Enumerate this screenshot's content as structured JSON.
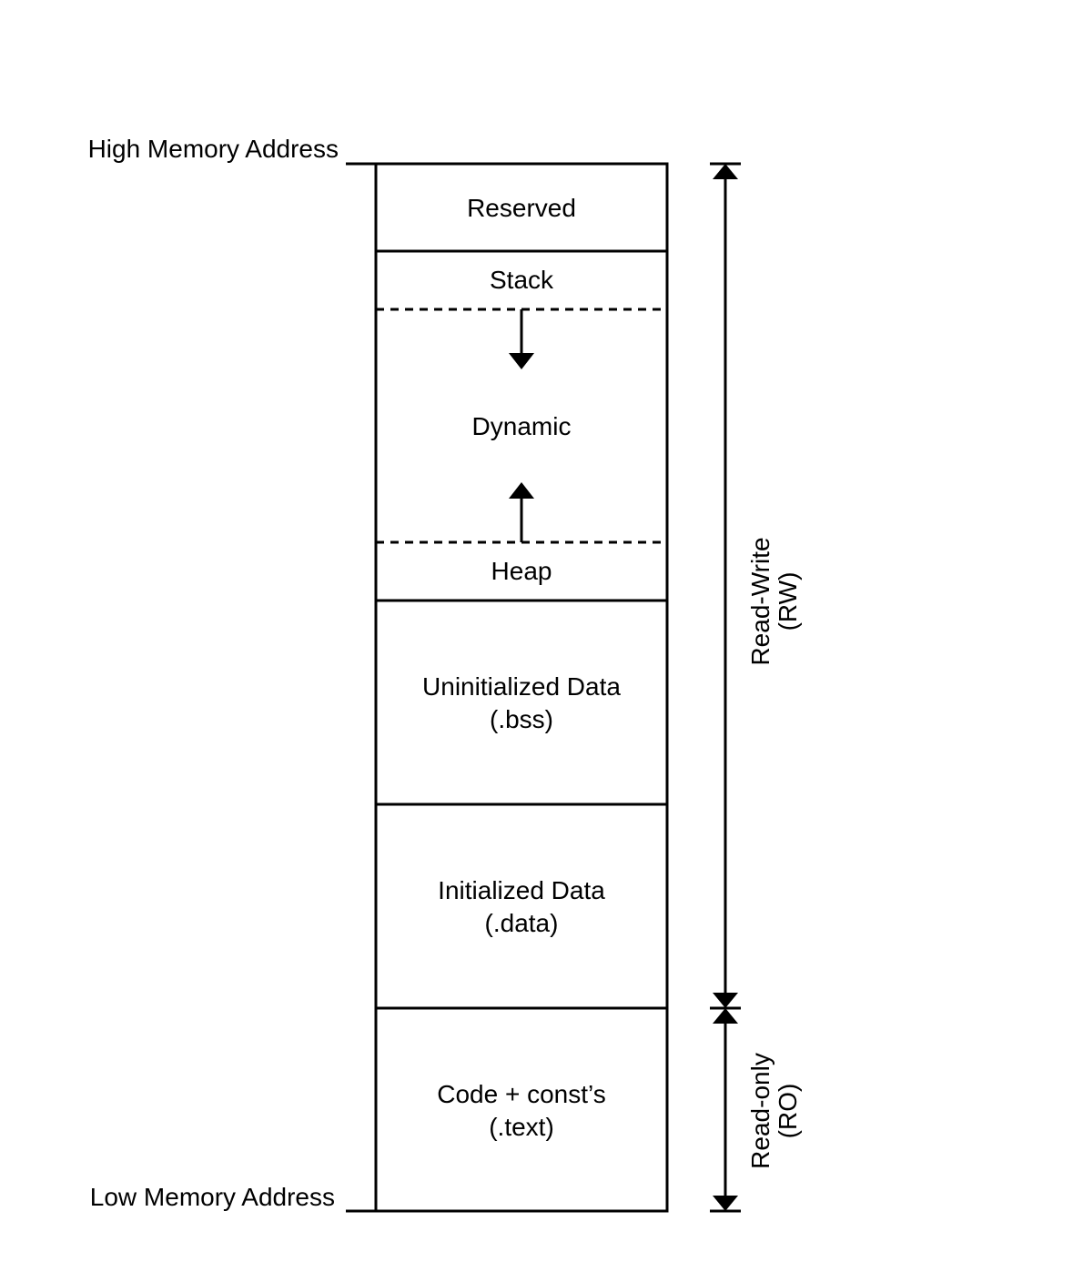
{
  "addresses": {
    "high": "High Memory Address",
    "low": "Low Memory Address"
  },
  "segments": {
    "reserved": "Reserved",
    "stack": "Stack",
    "dynamic": "Dynamic",
    "heap": "Heap",
    "bss": {
      "line1": "Uninitialized Data",
      "line2": "(.bss)"
    },
    "data": {
      "line1": "Initialized Data",
      "line2": "(.data)"
    },
    "text": {
      "line1": "Code + const’s",
      "line2": "(.text)"
    }
  },
  "access": {
    "rw": {
      "line1": "Read-Write",
      "line2": "(RW)"
    },
    "ro": {
      "line1": "Read-only",
      "line2": "(RO)"
    }
  },
  "colors": {
    "stroke": "#000000",
    "background": "#ffffff"
  }
}
